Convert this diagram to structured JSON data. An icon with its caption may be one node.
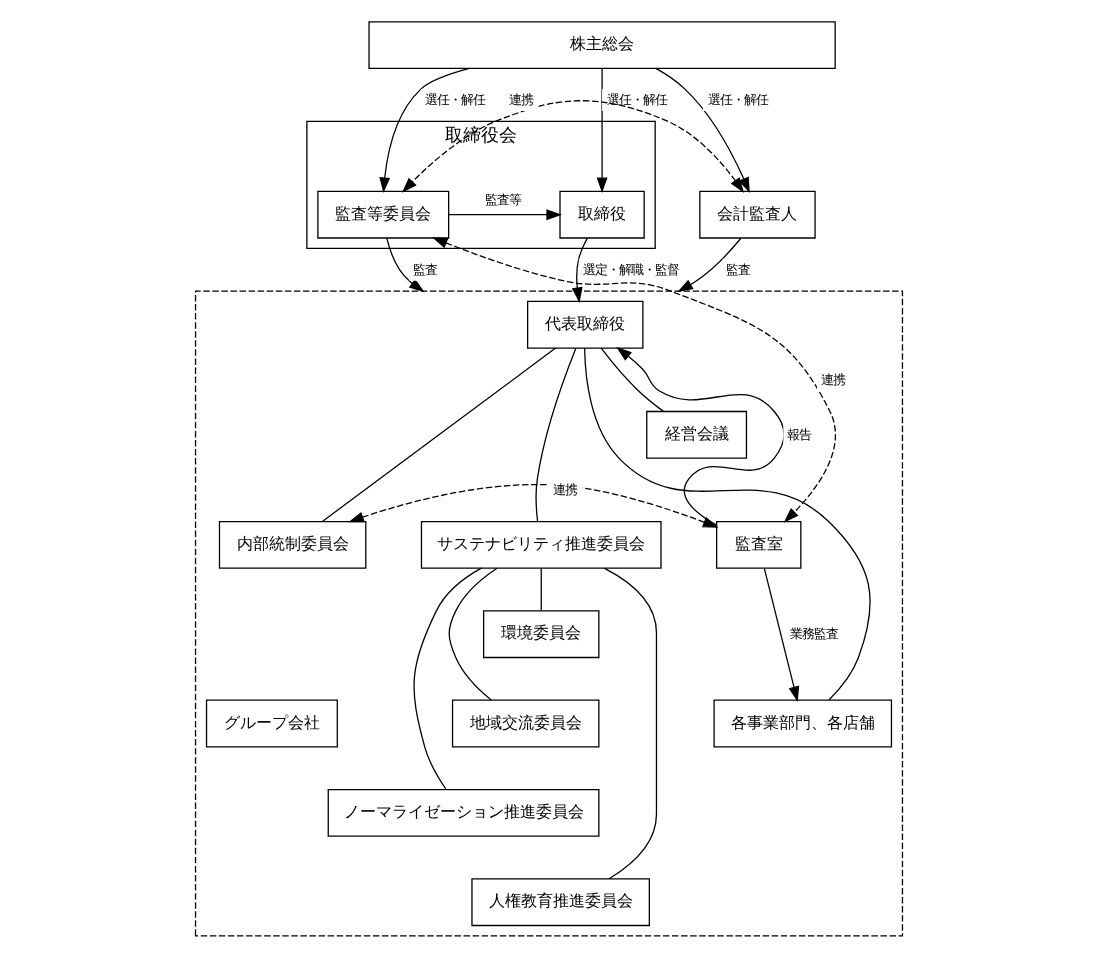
{
  "diagram": {
    "nodes": [
      {
        "text": [
          "株主総会"
        ]
      },
      {
        "text": [
          "取締役会"
        ]
      },
      {
        "text": [
          "監査等委員会"
        ],
        "in": 1
      },
      {
        "text": [
          "取締役"
        ],
        "in": 1
      },
      {
        "text": [
          "会計監査人"
        ]
      },
      {
        "text": [],
        "shape": "box"
      },
      {
        "text": [
          "代表取締役"
        ],
        "in": 5
      },
      {
        "text": [
          "経営会議"
        ],
        "in": 5
      },
      {
        "text": [
          "監査室"
        ],
        "in": 5
      },
      {
        "text": [
          "内部統制委員会"
        ],
        "in": 5
      },
      {
        "text": [
          "サステナビリティ推進委員会"
        ],
        "in": 5
      },
      {
        "text": [
          "環境委員会"
        ],
        "in": 5
      },
      {
        "text": [
          "地域交流委員会"
        ],
        "in": 5
      },
      {
        "text": [
          "ノーマライゼーション推進委員会"
        ],
        "in": 5
      },
      {
        "text": [
          "人権教育推進委員会"
        ],
        "in": 5
      },
      {
        "text": [
          "各事業部門、各店舗"
        ],
        "in": 5
      },
      {
        "text": [
          "グループ会社"
        ],
        "in": 5
      }
    ],
    "edges": [
      {
        "from": 0,
        "to": 2,
        "arrow": "to",
        "label": "選任・解任"
      },
      {
        "from": 0,
        "to": 3,
        "arrow": "to",
        "label": "選任・解任"
      },
      {
        "from": 0,
        "to": 4,
        "arrow": "to",
        "label": "選任・解任"
      },
      {
        "from": 2,
        "to": 3,
        "arrow": "to",
        "label": "監査等"
      },
      {
        "from": 2,
        "to": 5,
        "arrow": "to",
        "label": "監査"
      },
      {
        "from": 4,
        "to": 5,
        "arrow": "to",
        "label": "監査"
      },
      {
        "from": 4,
        "to": 2,
        "arrow": "both",
        "label": "連携",
        "style": "dashed"
      },
      {
        "from": 2,
        "to": 8,
        "arrow": "both",
        "label": "連携",
        "style": "dashed"
      },
      {
        "from": 3,
        "to": 6,
        "arrow": "to",
        "label": "選定・解職・監督"
      },
      {
        "from": 8,
        "to": 6,
        "arrow": "to",
        "label": "報告"
      },
      {
        "from": 8,
        "to": 9,
        "arrow": "both",
        "label": "連携",
        "style": "dashed"
      },
      {
        "from": 6,
        "to": 7,
        "arrow": "none"
      },
      {
        "from": 6,
        "to": 9,
        "arrow": "none"
      },
      {
        "from": 6,
        "to": 10,
        "arrow": "none"
      },
      {
        "from": 6,
        "to": 15,
        "arrow": "none"
      },
      {
        "from": 8,
        "to": 15,
        "arrow": "to",
        "label": "業務監査"
      },
      {
        "from": 10,
        "to": 11,
        "arrow": "none"
      },
      {
        "from": 10,
        "to": 12,
        "arrow": "none"
      },
      {
        "from": 10,
        "to": 13,
        "arrow": "none"
      },
      {
        "from": 10,
        "to": 14,
        "arrow": "none"
      }
    ]
  }
}
